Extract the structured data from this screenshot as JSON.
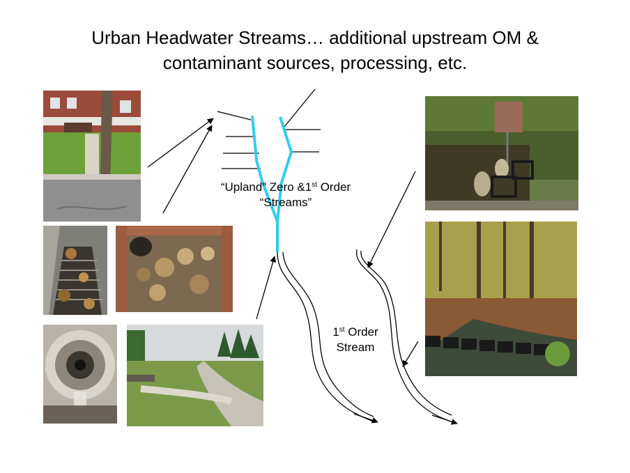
{
  "slide": {
    "title_line1": "Urban Headwater Streams… additional upstream OM &",
    "title_line2": "contaminant sources, processing, etc."
  },
  "labels": {
    "upland_line1_a": "“Upland” Zero &1",
    "upland_line1_sup": "st",
    "upland_line1_b": " Order",
    "upland_line2": "“Streams”",
    "first_order_line1_a": "1",
    "first_order_line1_sup": "st",
    "first_order_line1_b": " Order",
    "first_order_line2": "Stream"
  },
  "colors": {
    "headwater_channel": "#33ccee",
    "lines": "#000000"
  }
}
